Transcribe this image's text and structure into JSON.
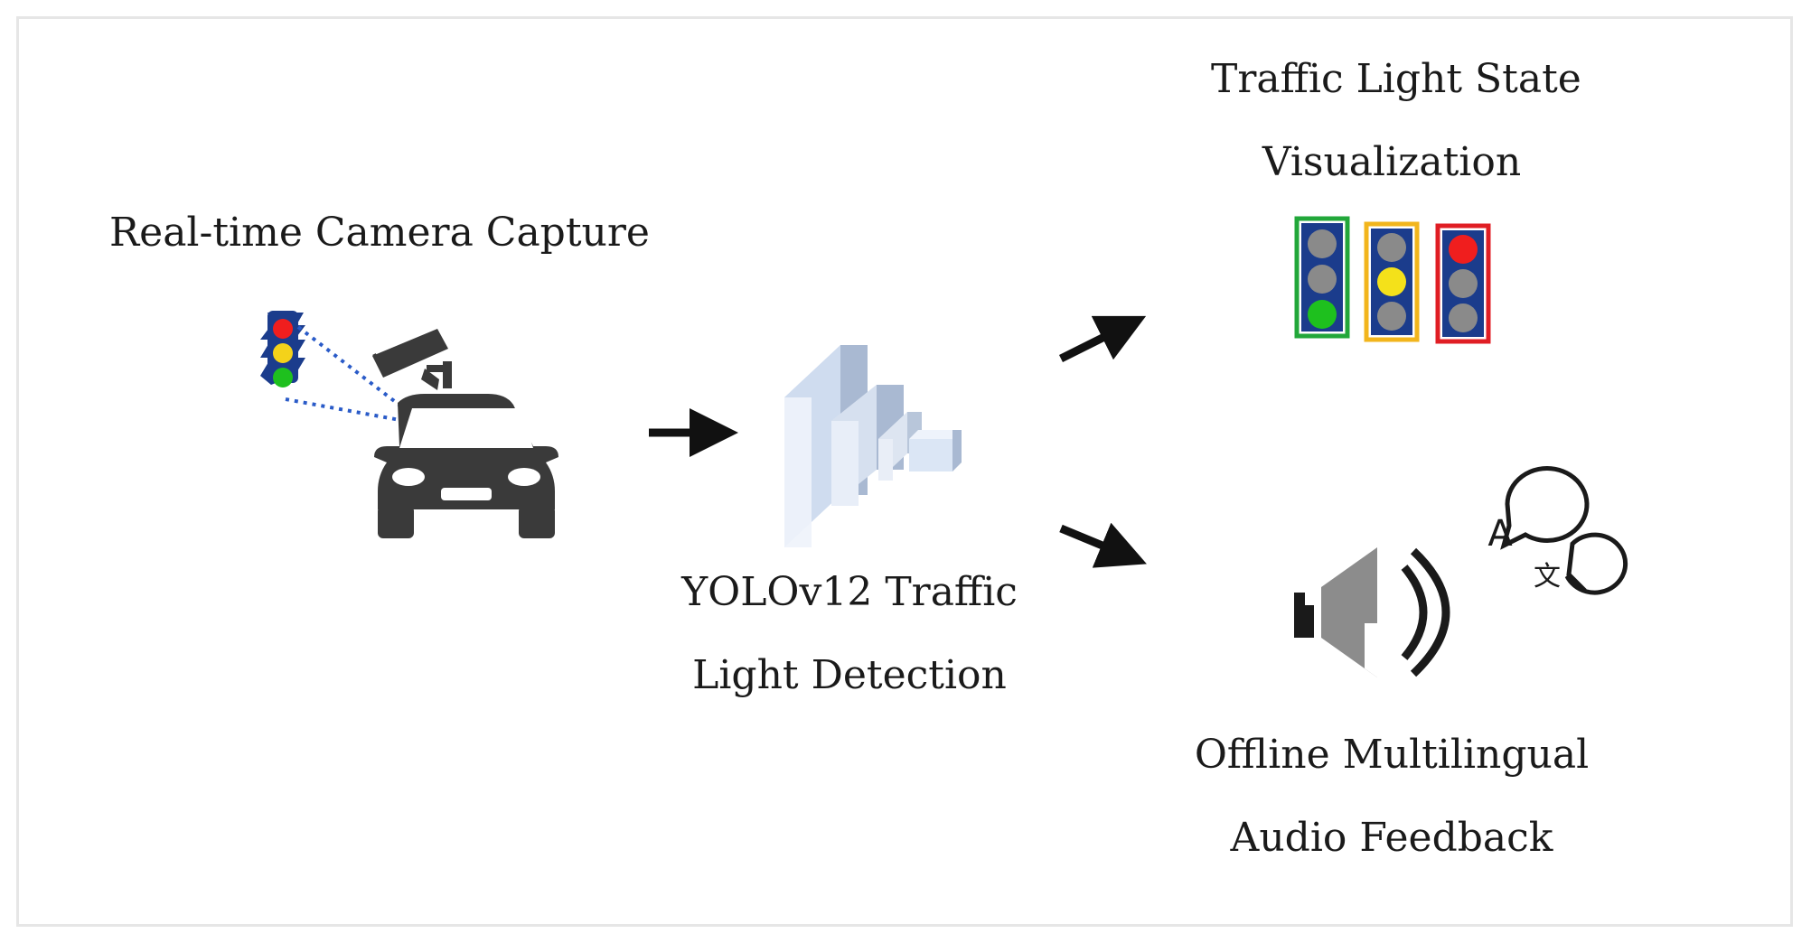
{
  "labels": {
    "camera": "Real-time Camera Capture",
    "yolo_line1": "YOLOv12 Traffic",
    "yolo_line2": "Light Detection",
    "state_line1": "Traffic Light State",
    "state_line2": "Visualization",
    "audio_line1": "Offline Multilingual",
    "audio_line2": "Audio Feedback"
  },
  "icons": {
    "source_traffic_light": "traffic-light-icon",
    "camera": "surveillance-camera-icon",
    "car": "car-icon",
    "cnn": "neural-network-layers-icon",
    "speaker": "speaker-icon",
    "translate": "translate-bubbles-icon",
    "translate_glyph_latin": "A",
    "translate_glyph_cjk": "文"
  },
  "state_lights": [
    {
      "state": "green",
      "border": "#22a73a",
      "lit": "#1ec01e"
    },
    {
      "state": "yellow",
      "border": "#f2b51c",
      "lit": "#f4e11a"
    },
    {
      "state": "red",
      "border": "#e01e24",
      "lit": "#f01e1e"
    }
  ],
  "colors": {
    "light_housing": "#1b3c8c",
    "light_off": "#8a8a8a",
    "car": "#3a3a3a",
    "arrow": "#111111",
    "cnn_front": "#cfdcef",
    "cnn_side": "#a9b9d2"
  }
}
